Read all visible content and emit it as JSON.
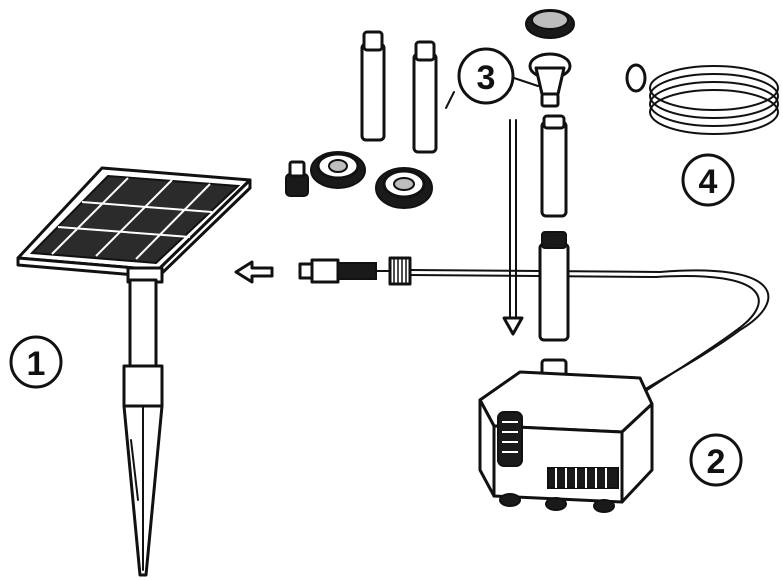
{
  "labels": {
    "solar_panel_number": "1",
    "pump_number": "2",
    "nozzles_number": "3",
    "hose_number": "4"
  },
  "colors": {
    "ink": "#111111",
    "panel_cell": "#2b2b2b",
    "background": "#ffffff"
  }
}
